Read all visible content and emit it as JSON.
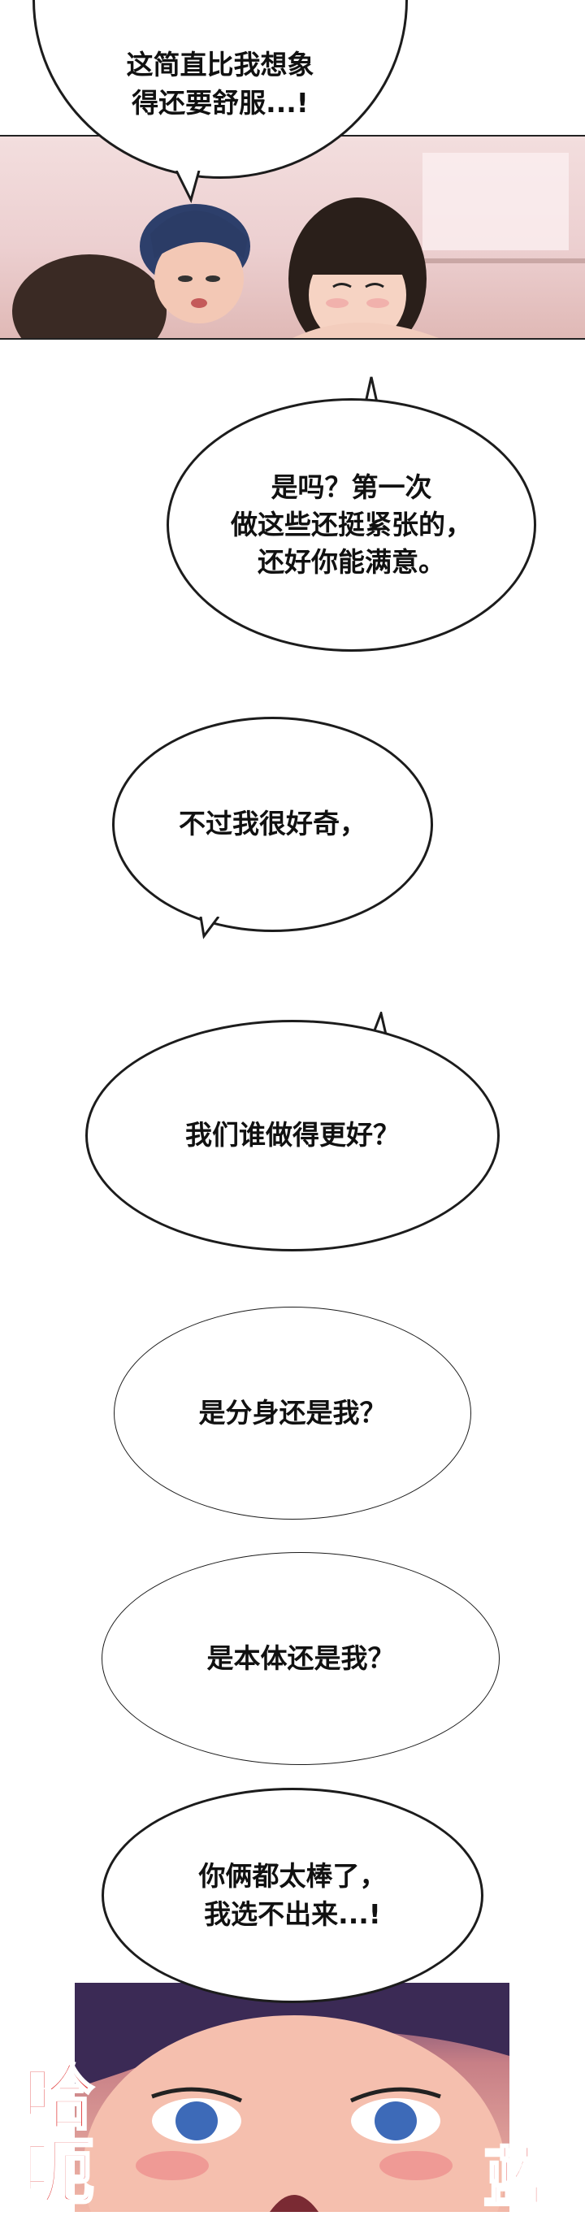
{
  "bubbles": [
    {
      "text": "这简直比我想象\n得还要舒服...!"
    },
    {
      "text": "是吗？第一次\n做这些还挺紧张的，\n还好你能满意。"
    },
    {
      "text": "不过我很好奇，"
    },
    {
      "text": "我们谁做得更好？"
    },
    {
      "text": "是分身还是我？"
    },
    {
      "text": "是本体还是我？"
    },
    {
      "text": "你俩都太棒了，\n我选不出来...!"
    }
  ],
  "sfx": {
    "left": "哈\n呃",
    "right": "蓝"
  },
  "colors": {
    "sfx": "#e03a3a",
    "ink": "#1c1c1c",
    "background": "#ffffff"
  }
}
